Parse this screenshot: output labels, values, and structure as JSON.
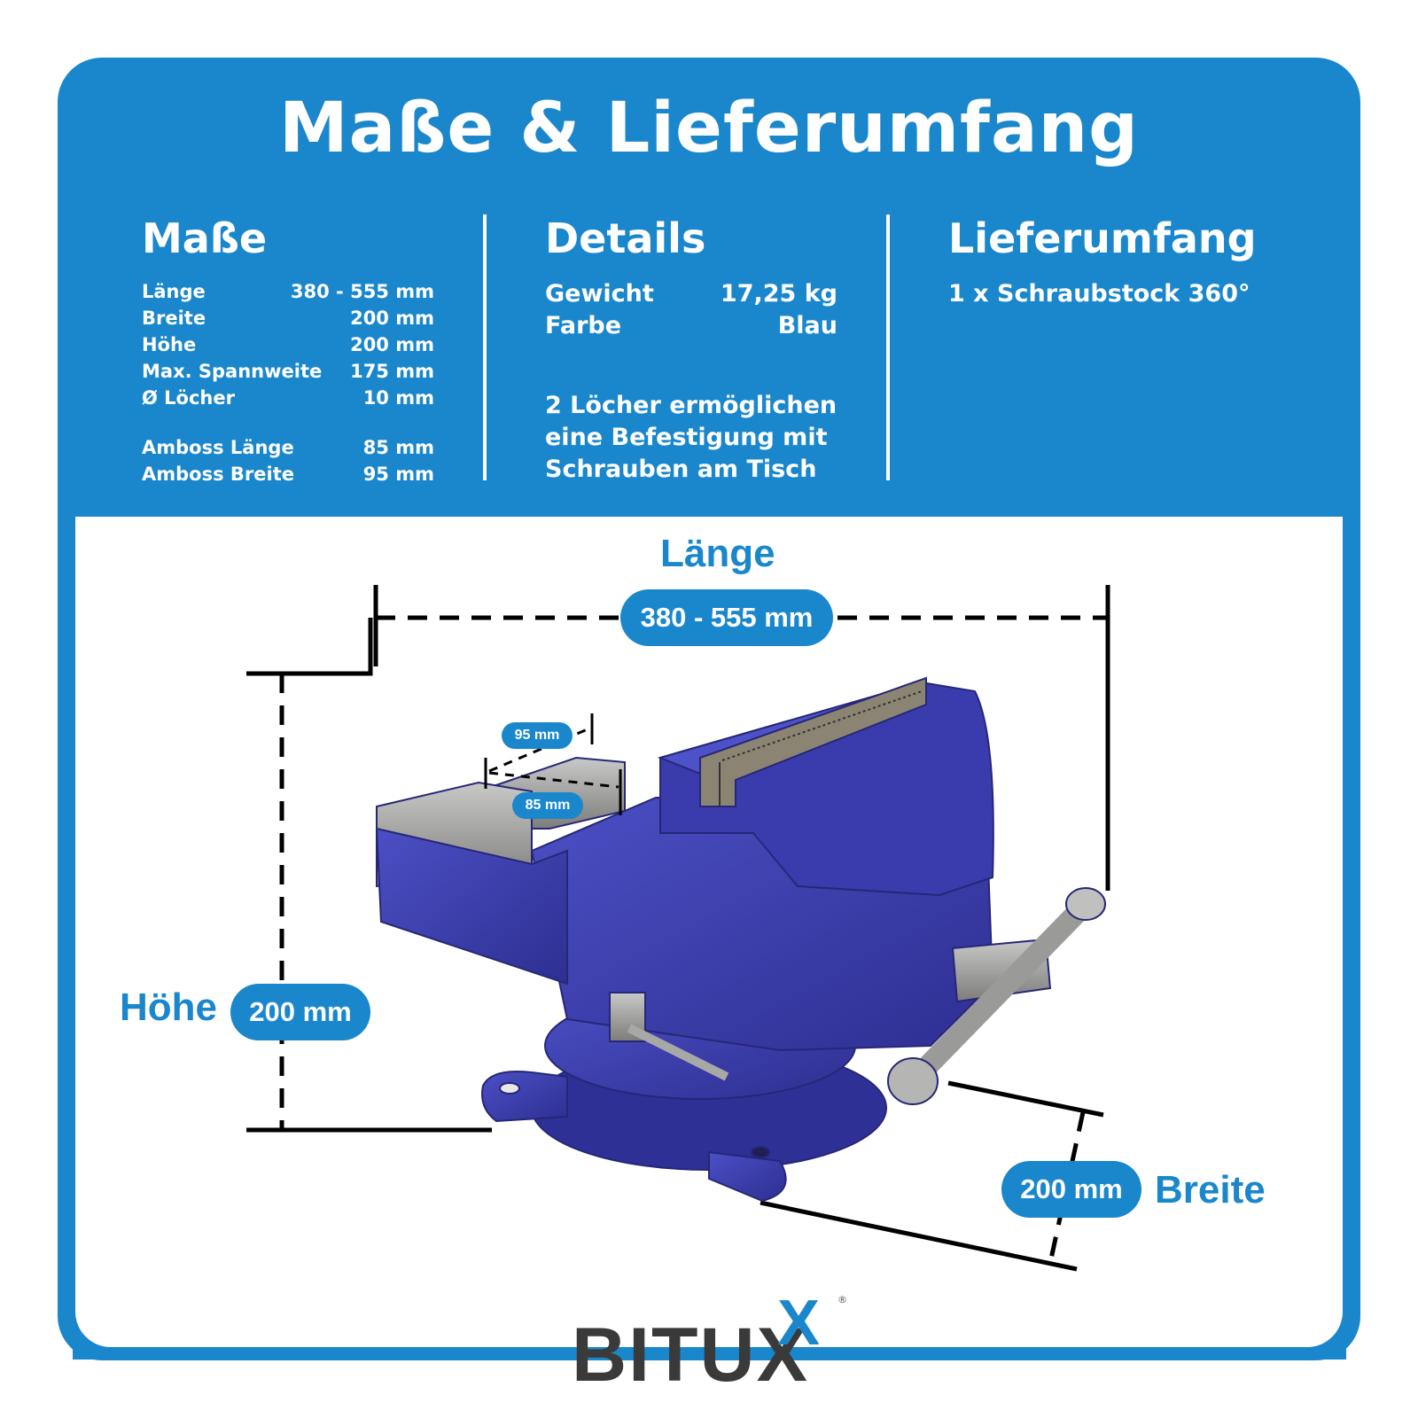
{
  "title": "Maße & Lieferumfang",
  "masse": {
    "heading": "Maße",
    "rows": [
      {
        "label": "Länge",
        "value": "380 - 555 mm"
      },
      {
        "label": "Breite",
        "value": "200 mm"
      },
      {
        "label": "Höhe",
        "value": "200 mm"
      },
      {
        "label": "Max. Spannweite",
        "value": "175 mm"
      },
      {
        "label": "Ø Löcher",
        "value": "10 mm"
      },
      {
        "label": "Amboss Länge",
        "value": "85 mm"
      },
      {
        "label": "Amboss Breite",
        "value": "95 mm"
      }
    ]
  },
  "details": {
    "heading": "Details",
    "rows": [
      {
        "label": "Gewicht",
        "value": "17,25 kg"
      },
      {
        "label": "Farbe",
        "value": "Blau"
      }
    ],
    "note": "2 Löcher ermöglichen eine Befestigung mit Schrauben am Tisch"
  },
  "lieferumfang": {
    "heading": "Lieferumfang",
    "item": "1 x Schraubstock 360°"
  },
  "diagram": {
    "laenge_label": "Länge",
    "laenge_value": "380 - 555 mm",
    "hoehe_label": "Höhe",
    "hoehe_value": "200 mm",
    "breite_label": "Breite",
    "breite_value": "200 mm",
    "anvil_width": "95 mm",
    "anvil_length": "85 mm"
  },
  "brand": {
    "name": "BITUX",
    "accent": "X",
    "reg": "®"
  },
  "colors": {
    "brand_blue": "#1a87cc",
    "vise_blue": "#3d3fb0",
    "steel": "#9a9a98"
  }
}
